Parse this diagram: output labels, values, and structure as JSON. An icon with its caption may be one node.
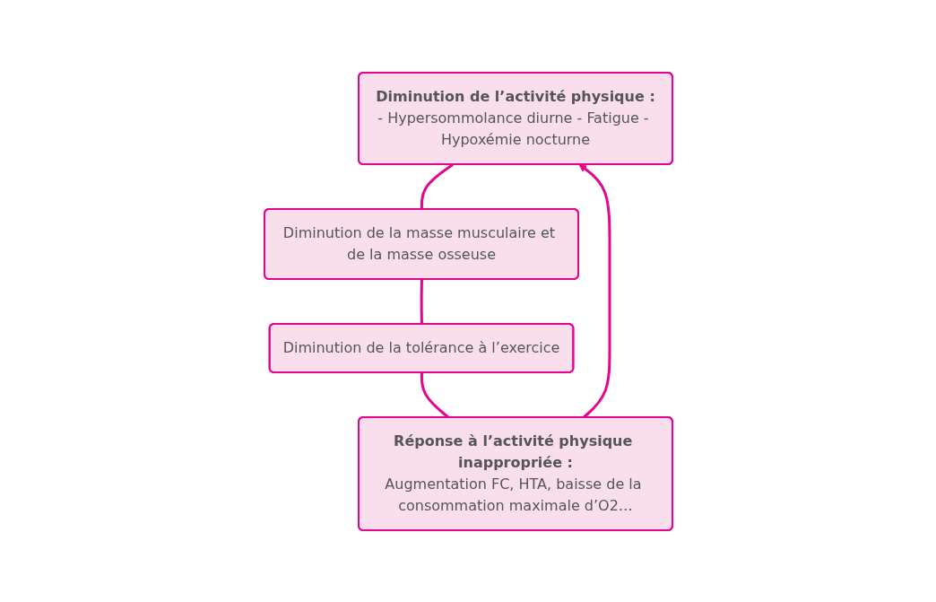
{
  "diagram": {
    "nodes": [
      {
        "text": [
          "Diminution de l’activité physique :",
          "- Hypersommolance diurne - Fatigue - Hypoxémie nocturne"
        ]
      },
      {
        "text": [
          "Diminution de la masse musculaire et de la masse osseuse"
        ]
      },
      {
        "text": [
          "Diminution de la tolérance à l’exercice"
        ]
      },
      {
        "text": [
          "Réponse à l’activité physique inappropriée :",
          "Augmentation FC, HTA, baisse de la consommation maximale d’O2…"
        ]
      }
    ],
    "edges": [
      {
        "from": 0,
        "to": 1,
        "arrow": "none",
        "color": "#e5068e"
      },
      {
        "from": 1,
        "to": 2,
        "arrow": "none",
        "color": "#e5068e"
      },
      {
        "from": 2,
        "to": 3,
        "arrow": "none",
        "color": "#e5068e"
      },
      {
        "from": 3,
        "to": 0,
        "arrow": "to",
        "color": "#e5068e"
      }
    ]
  }
}
